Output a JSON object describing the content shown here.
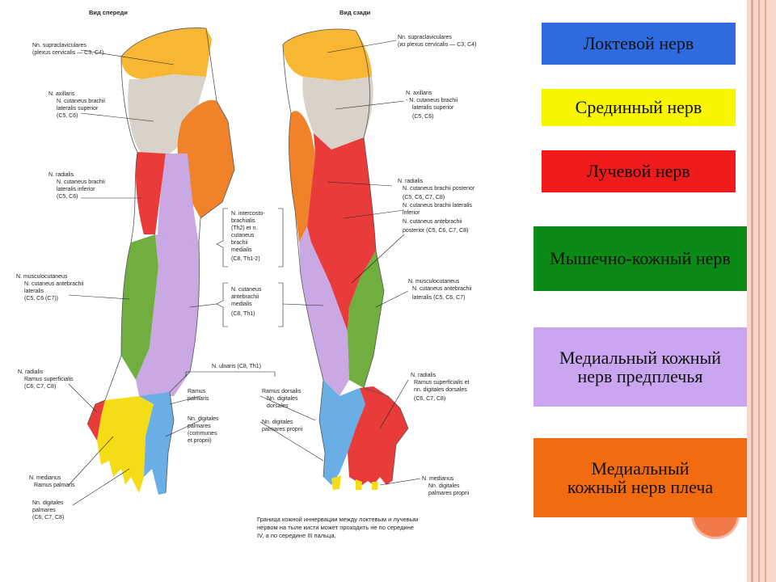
{
  "slide": {
    "bg": "#ffffff",
    "border_color": "#f4c8bc",
    "accent_circle_color": "#f07a4a"
  },
  "figure": {
    "front_title": "Вид спереди",
    "back_title": "Вид сзади",
    "front_labels": {
      "supraclav_1": "Nn. supraclaviculares",
      "supraclav_2": "(plexus cervicalis — C3, C4)",
      "axillaris_1": "N. axillaris",
      "axillaris_2": "N. cutaneus brachii",
      "axillaris_3": "lateralis superior",
      "axillaris_4": "(C5, C6)",
      "radialis_1": "N. radialis",
      "radialis_2": "N. cutaneus brachii",
      "radialis_3": "lateralis inferior",
      "radialis_4": "(C5, C6)",
      "musculo_1": "N. musculocutaneus",
      "musculo_2": "N. cutaneus antebrachii",
      "musculo_3": "lateralis",
      "musculo_4": "(C5, C6 (C7))",
      "radialis_hand_1": "N. radialis",
      "radialis_hand_2": "Ramus superficialis",
      "radialis_hand_3": "(C6, C7, C8)",
      "medianus_1": "N. medianus",
      "medianus_2": "Ramus palmaris",
      "digit_1": "Nn. digitales",
      "digit_2": "palmares",
      "digit_3": "(C6, C7, C8)"
    },
    "center_labels": {
      "intercosto_1": "N. intercosto-",
      "intercosto_2": "brachialis",
      "intercosto_3": "(Th2) et n.",
      "intercosto_4": "cutaneus",
      "intercosto_5": "brachii",
      "intercosto_6": "medialis",
      "intercosto_7": "(C8, Th1-2)",
      "antebr_1": "N. cutaneus",
      "antebr_2": "antebrachii",
      "antebr_3": "medialis",
      "antebr_4": "(C8, Th1)",
      "ulnaris": "N. ulnaris (C8, Th1)",
      "ramus_palmaris_1": "Ramus",
      "ramus_palmaris_2": "palmaris",
      "digit_c_1": "Nn. digitales",
      "digit_c_2": "palmares",
      "digit_c_3": "(communes",
      "digit_c_4": "et proprii)",
      "ramus_dorsalis_1": "Ramus dorsalis",
      "ramus_dorsalis_2": "Nn. digitales",
      "ramus_dorsalis_3": "dorsales",
      "digit_p_1": "Nn. digitales",
      "digit_p_2": "palmares proprii"
    },
    "back_labels": {
      "supraclav_1": "Nn. supraclaviculares",
      "supraclav_2": "(из plexus cervicalis — C3, C4)",
      "axillaris_1": "N. axillaris",
      "axillaris_2": "- N. cutaneus brachii",
      "axillaris_3": "lateralis superior",
      "axillaris_4": "(C5, C6)",
      "radialis_1": "N. radialis",
      "radialis_2": "N. cutaneus brachii posterior",
      "radialis_3": "(C5, C6, C7, C8)",
      "radialis_4": "N. cutaneus brachii lateralis",
      "radialis_5": "inferior",
      "radialis_6": "N. cutaneus antebrachii",
      "radialis_7": "posterior (C5, C6, C7, C8)",
      "musculo_1": "N. musculocutaneus",
      "musculo_2": "N. cutaneus antebrachii",
      "musculo_3": "lateralis (C5, C6, C7)",
      "rad_hand_1": "N. radialis",
      "rad_hand_2": "Ramus superficialis et",
      "rad_hand_3": "nn. digitales dorsales",
      "rad_hand_4": "(C6, C7, C8)",
      "med_1": "N. medianus",
      "med_2": "Nn. digitales",
      "med_3": "palmares proprii"
    },
    "bottom_note_1": "Граница кожной иннервации между локтевым и лучевым",
    "bottom_note_2": "нервом на тыле кисти может проходить не по середине",
    "bottom_note_3": "IV, а по середине III пальца.",
    "colors": {
      "orange_yellow": "#f7b733",
      "grey": "#d9d2c8",
      "orange": "#f0822a",
      "red": "#ea3b3b",
      "lilac": "#c9a8e4",
      "green": "#6fae3f",
      "blue": "#6aaee6",
      "yellow": "#f4dc16",
      "skin_line": "#555555"
    }
  },
  "legend": [
    {
      "label": "Локтевой нерв",
      "color": "#2f6be0"
    },
    {
      "label": "Срединный нерв",
      "color": "#f8f500"
    },
    {
      "label": "Лучевой нерв",
      "color": "#f01a1a"
    },
    {
      "label": "Мышечно-кожный нерв",
      "color": "#0b8a16"
    },
    {
      "label": "Медиальный кожный нерв предплечья",
      "color": "#c9a6ef"
    },
    {
      "label": "Медиальный кожный нерв плеча",
      "color": "#f26b10"
    }
  ]
}
